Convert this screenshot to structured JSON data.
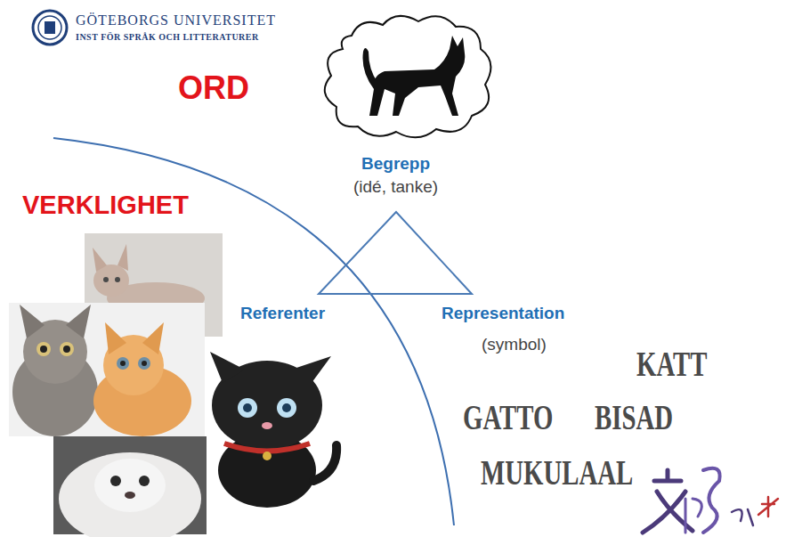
{
  "diagram": {
    "labels": [
      "GÖTEBORGS UNIVERSITET",
      "INST FÖR SPRÅK OCH LITTERATURER",
      "ORD",
      "VERKLIGHET",
      "Begrepp",
      "(idé, tanke)",
      "Referenter",
      "Representation",
      "(symbol)",
      "KATT",
      "GATTO",
      "BISAD",
      "MUKULAAL"
    ]
  }
}
